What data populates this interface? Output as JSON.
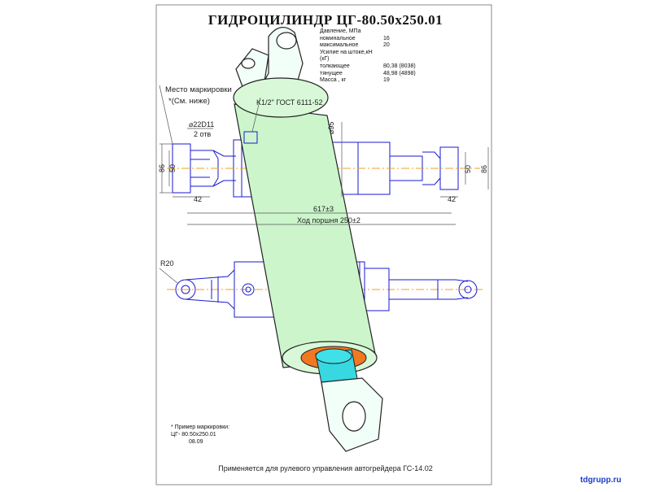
{
  "title": "ГИДРОЦИЛИНДР ЦГ-80.50х250.01",
  "specs": [
    {
      "label": "Давление, МПа",
      "value": ""
    },
    {
      "label": "номинальное",
      "value": "16"
    },
    {
      "label": "максимальное",
      "value": "20"
    },
    {
      "label": "Усилие на штоке,кН (кГ)",
      "value": ""
    },
    {
      "label": "толкающее",
      "value": "80,38 (8038)"
    },
    {
      "label": "тянущее",
      "value": "48,98 (4898)"
    },
    {
      "label": "Масса , кг",
      "value": "19"
    }
  ],
  "marking": {
    "line1": "Место маркировки",
    "line2": "*(См. ниже)"
  },
  "dims": {
    "thread": "K1/2\" ГОСТ 6111-52",
    "bore_dia": "⌀22D11",
    "holes": "2 отв",
    "dia95": "⌀95",
    "h86_left": "86",
    "h50_left": "50",
    "w42_left": "42",
    "h50_right": "50",
    "h86_right": "86",
    "w42_right": "42",
    "length": "617±3",
    "stroke": "Ход поршня 250±2",
    "radius": "R20"
  },
  "example": {
    "line1": "* Пример маркировки:",
    "line2": "ЦГ- 80.50х250.01",
    "line3": "08.09"
  },
  "footer": "Применяется для рулевого управления автогрейдера ГС-14.02",
  "website": "tdgrupp.ru"
}
